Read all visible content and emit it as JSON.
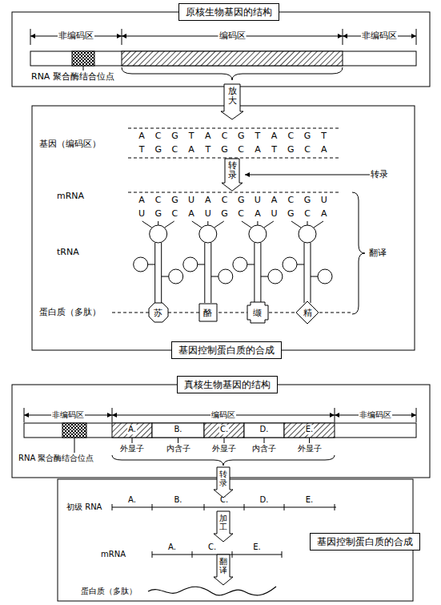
{
  "diagram": {
    "nodes": [
      {
        "text": [
          "原核生物基因的结构"
        ]
      },
      {
        "text": [
          "放大"
        ]
      },
      {
        "text": [
          "转录"
        ]
      },
      {
        "text": [
          "苏"
        ]
      },
      {
        "text": [
          "酪"
        ]
      },
      {
        "text": [
          "缬"
        ]
      },
      {
        "text": [
          "精"
        ]
      },
      {
        "text": [
          "基因控制蛋白质的合成"
        ]
      },
      {
        "text": [
          "真核生物基因的结构"
        ]
      },
      {
        "text": [
          "转录"
        ]
      },
      {
        "text": [
          "加工"
        ]
      },
      {
        "text": [
          "翻译"
        ]
      },
      {
        "text": [
          "基因控制蛋白质的合成"
        ]
      }
    ],
    "labels": [
      "非编码区",
      "编码区",
      "非编码区",
      "RNA 聚合酶结合位点",
      "基因（编码区）",
      "A",
      "C",
      "G",
      "T",
      "A",
      "C",
      "G",
      "T",
      "A",
      "C",
      "G",
      "T",
      "T",
      "G",
      "C",
      "A",
      "T",
      "G",
      "C",
      "A",
      "T",
      "G",
      "C",
      "A",
      "转录",
      "mRNA",
      "A",
      "C",
      "G",
      "U",
      "A",
      "C",
      "G",
      "U",
      "A",
      "C",
      "G",
      "U",
      "U",
      "G",
      "C",
      "A",
      "U",
      "G",
      "C",
      "A",
      "U",
      "G",
      "C",
      "A",
      "tRNA",
      "翻译",
      "蛋白质（多肽）",
      "非编码区",
      "编码区",
      "非编码区",
      "A.",
      "B.",
      "C.",
      "D.",
      "E.",
      "外显子",
      "内含子",
      "外显子",
      "内含子",
      "外显子",
      "RNA 聚合酶结合位点",
      "初级 RNA",
      "A.",
      "B.",
      "C.",
      "D.",
      "E.",
      "mRNA",
      "A.",
      "C.",
      "E.",
      "蛋白质（多肽）"
    ]
  }
}
